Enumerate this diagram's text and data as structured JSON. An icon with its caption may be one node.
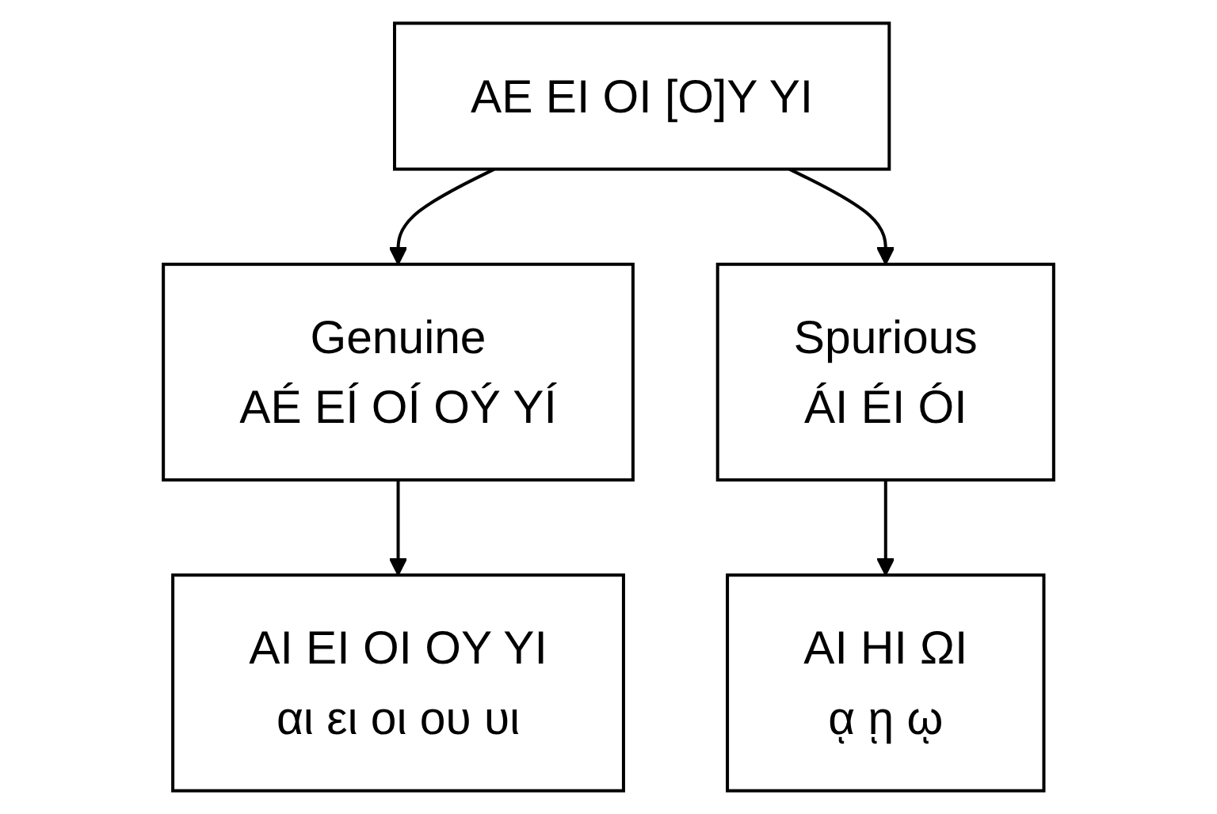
{
  "diagram": {
    "nodes": [
      {
        "text": [
          "AE EI OI [O]Y YI"
        ]
      },
      {
        "text": [
          "Genuine",
          "AÉ EÍ OÍ OÝ YÍ"
        ]
      },
      {
        "text": [
          "Spurious",
          "ÁI ÉI ÓI"
        ]
      },
      {
        "text": [
          "AI EI OI OY YI",
          "αι ει οι ου υι"
        ]
      },
      {
        "text": [
          "AI HI ΩI",
          "ᾳ ῃ ῳ"
        ]
      }
    ],
    "edges": [
      {
        "from": 0,
        "to": 1,
        "arrow": "to"
      },
      {
        "from": 0,
        "to": 2,
        "arrow": "to"
      },
      {
        "from": 1,
        "to": 3,
        "arrow": "to"
      },
      {
        "from": 2,
        "to": 4,
        "arrow": "to"
      }
    ]
  }
}
